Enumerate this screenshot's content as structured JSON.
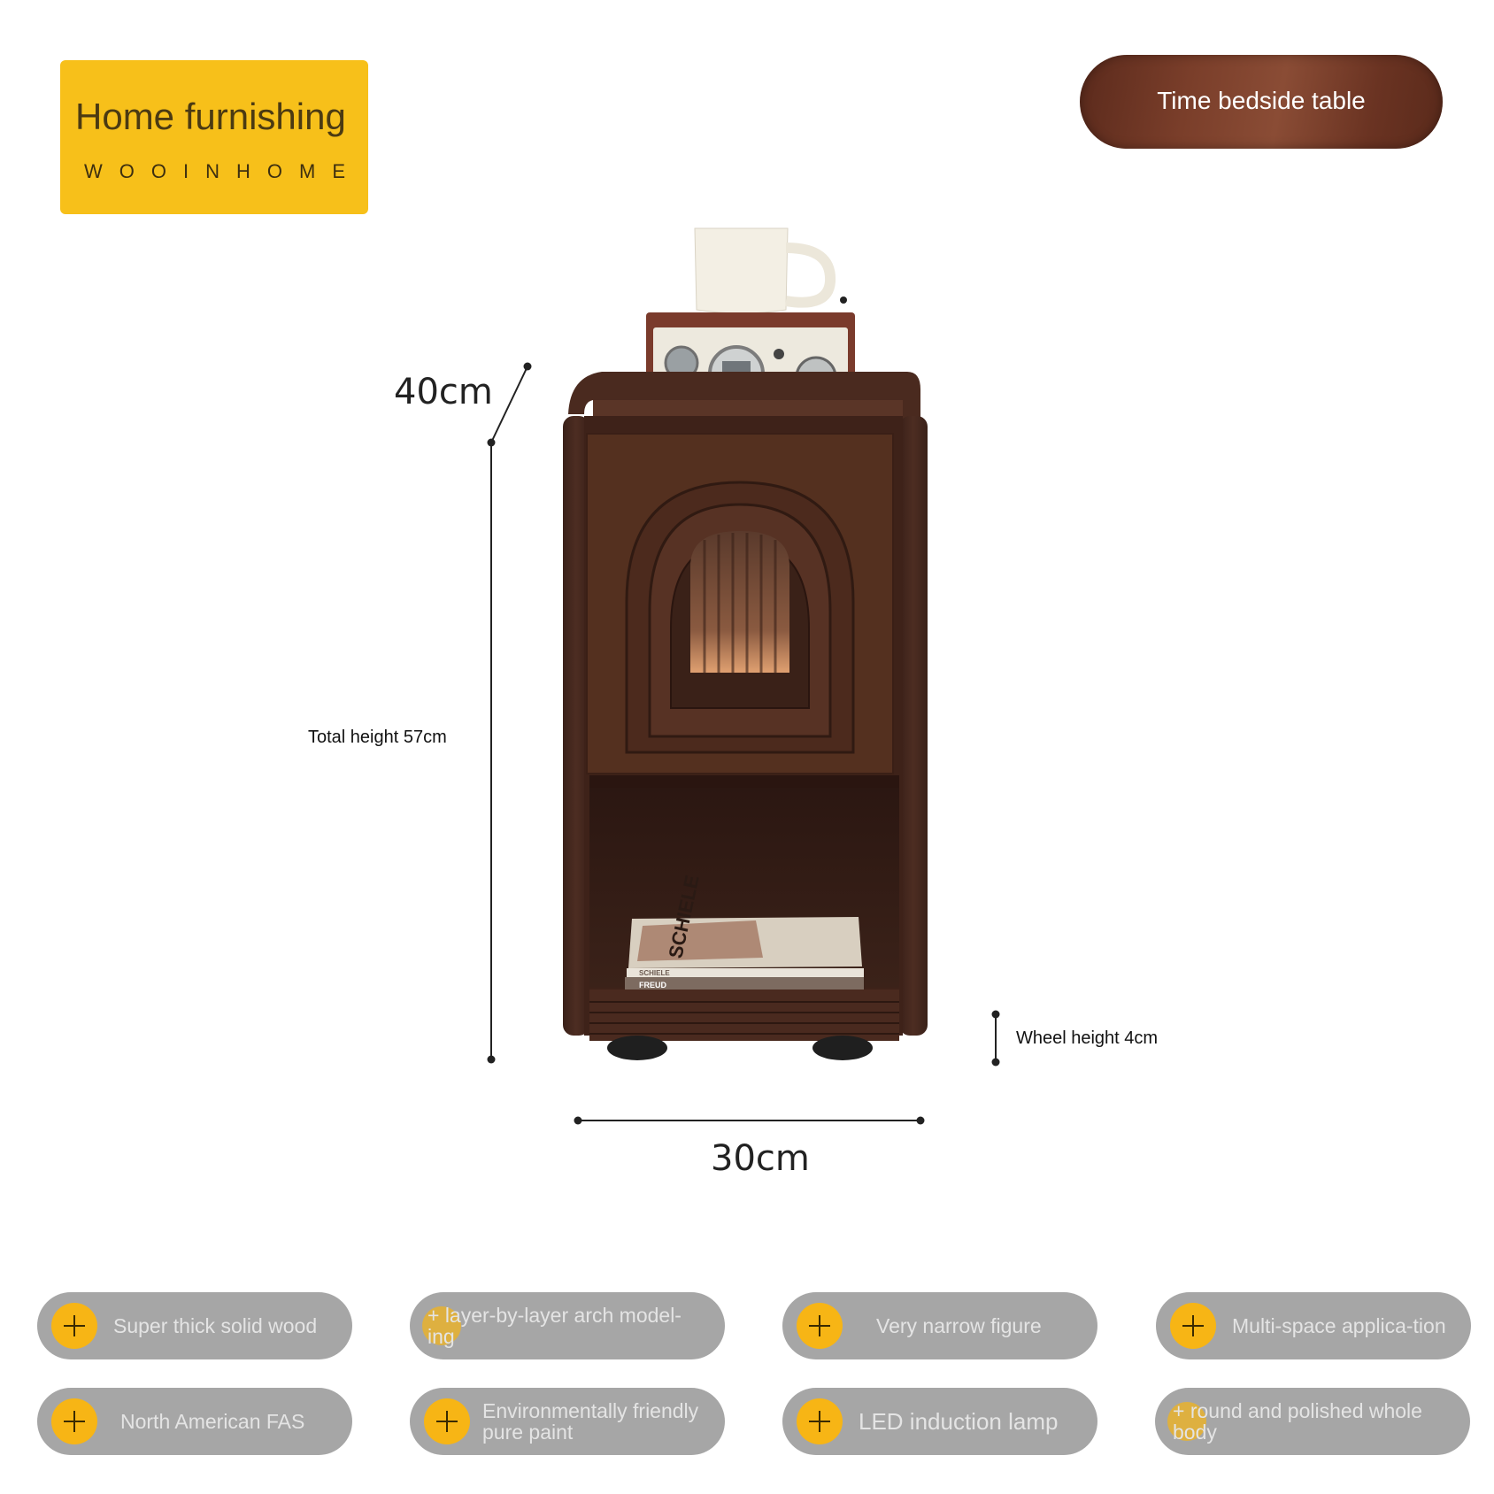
{
  "brand": {
    "title": "Home furnishing",
    "subtitle": "WOOINHOME"
  },
  "product_name": "Time bedside table",
  "dimensions": {
    "depth": "40cm",
    "total_height": "Total height 57cm",
    "wheel_height": "Wheel height 4cm",
    "width": "30cm"
  },
  "features": [
    "Super thick solid wood",
    "+ layer-by-layer arch model-ing",
    "Very narrow figure",
    "Multi-space applica-tion",
    "North American FAS",
    "Environmentally friendly pure paint",
    "LED induction lamp",
    "+ round and polished whole body"
  ],
  "book_labels": {
    "spine_top": "SCHIELE",
    "spine_bottom": "FREUD",
    "cover": "SCHIELE"
  },
  "colors": {
    "brand_yellow": "#f7c01a",
    "walnut": "#4a2a1f",
    "feature_pill": "#a6a6a6",
    "plus_yellow": "#f7b515"
  }
}
